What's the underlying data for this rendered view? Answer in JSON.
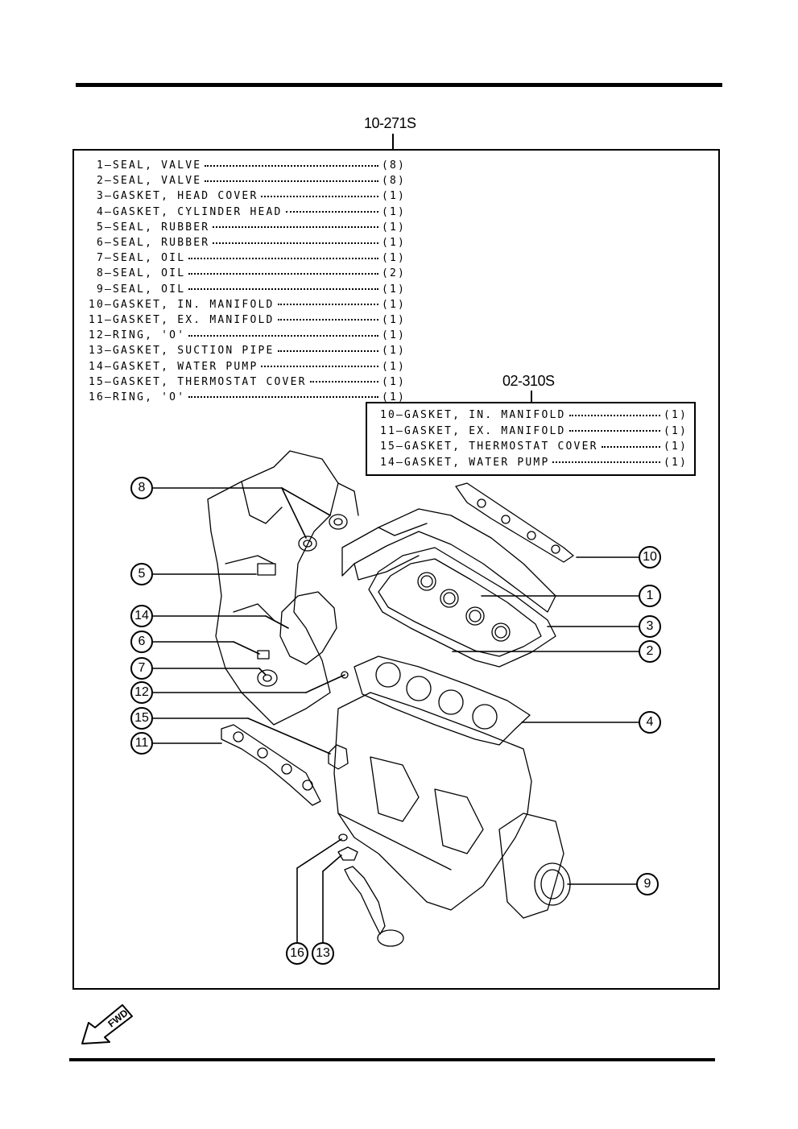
{
  "kit": {
    "code": "10-271S",
    "items": [
      {
        "no": "1",
        "name": "SEAL, VALVE",
        "qty": "(8)"
      },
      {
        "no": "2",
        "name": "SEAL, VALVE",
        "qty": "(8)"
      },
      {
        "no": "3",
        "name": "GASKET, HEAD COVER",
        "qty": "(1)"
      },
      {
        "no": "4",
        "name": "GASKET, CYLINDER HEAD",
        "qty": "(1)"
      },
      {
        "no": "5",
        "name": "SEAL, RUBBER",
        "qty": "(1)"
      },
      {
        "no": "6",
        "name": "SEAL, RUBBER",
        "qty": "(1)"
      },
      {
        "no": "7",
        "name": "SEAL, OIL",
        "qty": "(1)"
      },
      {
        "no": "8",
        "name": "SEAL, OIL",
        "qty": "(2)"
      },
      {
        "no": "9",
        "name": "SEAL, OIL",
        "qty": "(1)"
      },
      {
        "no": "10",
        "name": "GASKET, IN. MANIFOLD",
        "qty": "(1)"
      },
      {
        "no": "11",
        "name": "GASKET, EX. MANIFOLD",
        "qty": "(1)"
      },
      {
        "no": "12",
        "name": "RING, 'O'",
        "qty": "(1)"
      },
      {
        "no": "13",
        "name": "GASKET, SUCTION PIPE",
        "qty": "(1)"
      },
      {
        "no": "14",
        "name": "GASKET, WATER PUMP",
        "qty": "(1)"
      },
      {
        "no": "15",
        "name": "GASKET, THERMOSTAT COVER",
        "qty": "(1)"
      },
      {
        "no": "16",
        "name": "RING, 'O'",
        "qty": "(1)"
      }
    ]
  },
  "subkit": {
    "code": "02-310S",
    "items": [
      {
        "no": "10",
        "name": "GASKET, IN. MANIFOLD",
        "qty": "(1)"
      },
      {
        "no": "11",
        "name": "GASKET, EX. MANIFOLD",
        "qty": "(1)"
      },
      {
        "no": "15",
        "name": "GASKET, THERMOSTAT COVER",
        "qty": "(1)"
      },
      {
        "no": "14",
        "name": "GASKET, WATER PUMP",
        "qty": "(1)"
      }
    ]
  },
  "callouts": [
    "8",
    "5",
    "14",
    "6",
    "7",
    "12",
    "15",
    "11",
    "10",
    "1",
    "3",
    "2",
    "4",
    "9",
    "16",
    "13"
  ],
  "fwd_label": "FWD",
  "colors": {
    "ink": "#000000",
    "paper": "#ffffff"
  }
}
